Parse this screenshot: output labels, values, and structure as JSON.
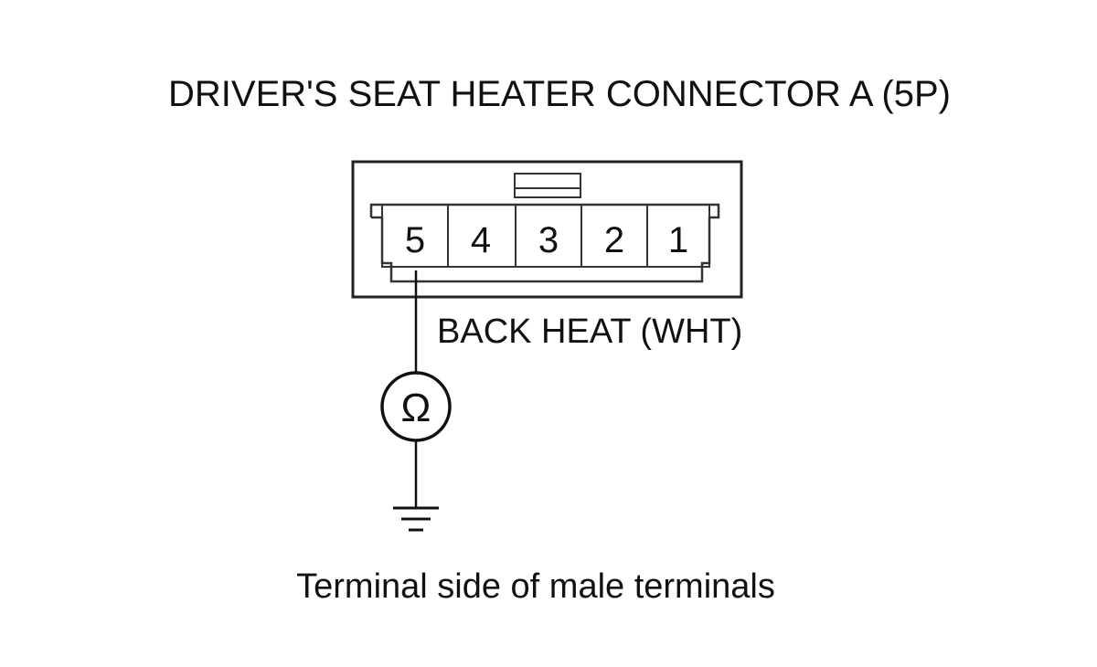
{
  "diagram": {
    "title": "DRIVER'S SEAT HEATER CONNECTOR A (5P)",
    "connector": {
      "pins": [
        "5",
        "4",
        "3",
        "2",
        "1"
      ]
    },
    "wire_label": "BACK HEAT (WHT)",
    "meter_symbol": "Ω",
    "caption": "Terminal side of male terminals",
    "colors": {
      "line": "#111111",
      "background": "#ffffff"
    }
  }
}
